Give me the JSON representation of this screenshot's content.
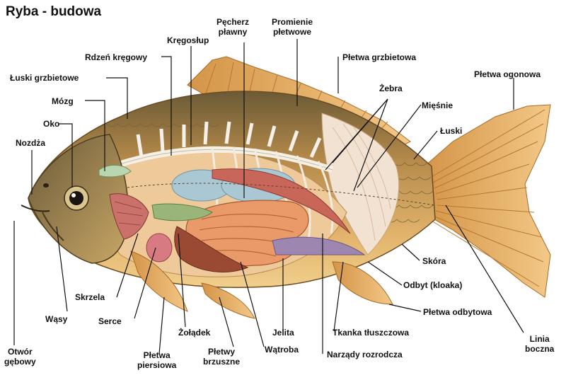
{
  "title": "Ryba - budowa",
  "labels": {
    "pecherz_plawny": "Pęcherz\npławny",
    "promienie_pletwowe": "Promienie\npłetwowe",
    "kregoslup": "Kręgosłup",
    "rdzen_kregowy": "Rdzeń kręgowy",
    "pletwa_grzbietowa": "Płetwa grzbietowa",
    "pletwa_ogonowa": "Płetwa ogonowa",
    "luski_grzbietowe": "Łuski grzbietowe",
    "zebra": "Żebra",
    "miesnie": "Mięśnie",
    "mozg": "Mózg",
    "oko": "Oko",
    "luski": "Łuski",
    "nozdza": "Nozdża",
    "skora": "Skóra",
    "odbyt": "Odbyt (kloaka)",
    "skrzela": "Skrzela",
    "pletwa_odbytowa": "Płetwa odbytowa",
    "wasy": "Wąsy",
    "serce": "Serce",
    "jelita": "Jelita",
    "tkanka": "Tkanka tłuszczowa",
    "zoladek": "Żołądek",
    "linia_boczna": "Linia\nboczna",
    "otwor_gebowy": "Otwór\ngębowy",
    "pletwa_piersiowa": "Płetwa\npiersiowa",
    "pletwy_brzuszne": "Płetwy\nbrzuszne",
    "watroba": "Wątroba",
    "narzady": "Narządy rozrodcza"
  }
}
